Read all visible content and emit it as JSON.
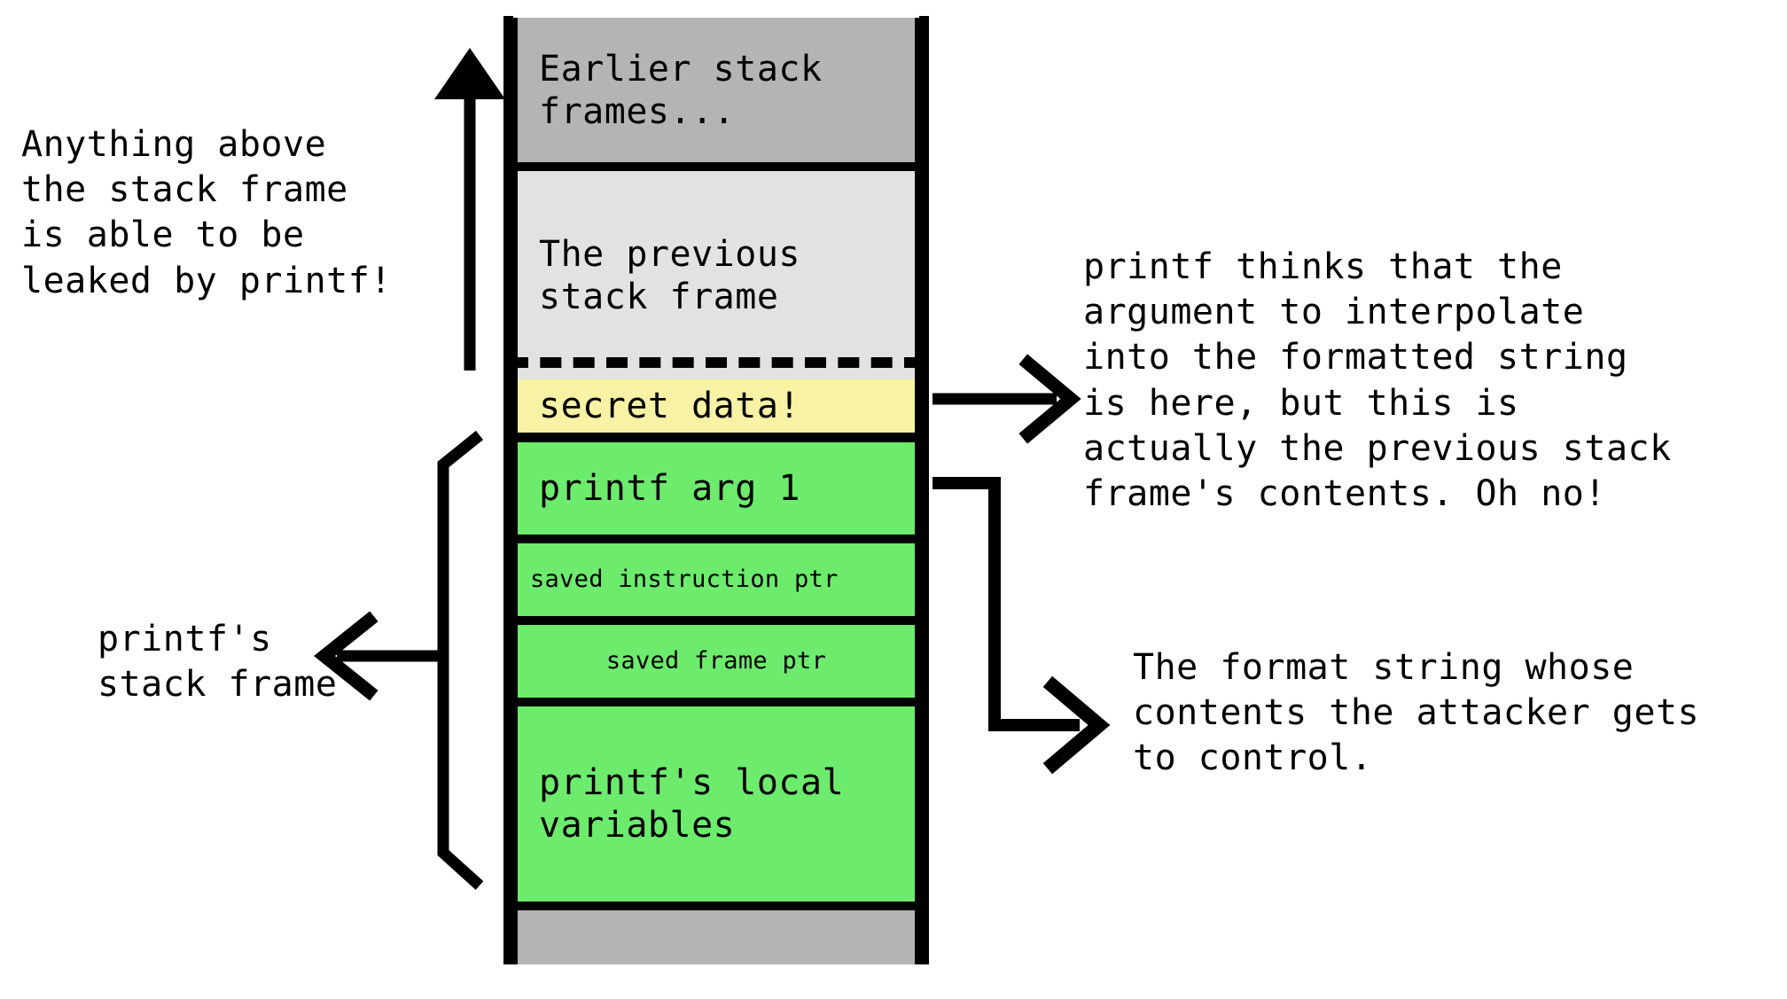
{
  "diagram": {
    "title": "printf format string stack layout",
    "colors": {
      "earlier_frames": "#b4b4b4",
      "previous_frame": "#e2e2e2",
      "secret_data": "#f7f2a4",
      "printf_frame": "#6ceb6c",
      "below_stack": "#b4b4b4",
      "stroke": "#000000",
      "background": "#ffffff"
    }
  },
  "stack": {
    "cells": [
      {
        "id": "earlier-stack-frames",
        "label": "Earlier stack\nframes...",
        "fill": "#b4b4b4",
        "text_size": "large"
      },
      {
        "id": "previous-stack-frame",
        "label": "The previous\nstack frame",
        "fill": "#e2e2e2",
        "text_size": "large"
      },
      {
        "id": "secret-data",
        "label": "secret data!",
        "fill": "#f7f2a4",
        "text_size": "large"
      },
      {
        "id": "printf-arg-1",
        "label": "printf arg 1",
        "fill": "#6ceb6c",
        "text_size": "large"
      },
      {
        "id": "saved-instruction-ptr",
        "label": "saved instruction ptr",
        "fill": "#6ceb6c",
        "text_size": "small"
      },
      {
        "id": "saved-frame-ptr",
        "label": "saved frame ptr",
        "fill": "#6ceb6c",
        "text_size": "small"
      },
      {
        "id": "printf-local-variables",
        "label": "printf's local\nvariables",
        "fill": "#6ceb6c",
        "text_size": "large"
      },
      {
        "id": "below-stack",
        "label": "",
        "fill": "#b4b4b4",
        "text_size": "large"
      }
    ],
    "separator": {
      "id": "frame-boundary",
      "style": "dashed"
    }
  },
  "annotations": {
    "leak_note": "Anything above\nthe stack frame\nis able to be\nleaked by printf!",
    "printf_frame_label": "printf's\nstack frame",
    "secret_data_note": "printf thinks that the\nargument to interpolate\ninto the formatted string\nis here, but this is\nactually the previous stack\nframe's contents. Oh no!",
    "format_string_note": "The format string whose\ncontents the attacker gets\nto control."
  },
  "icons": {
    "growth_arrow": "up-arrow-icon",
    "secret_pointer": "right-arrow-icon",
    "format_string_pointer": "elbow-right-arrow-icon",
    "frame_brace": "left-curly-brace-icon",
    "frame_pointer": "left-arrow-icon"
  }
}
